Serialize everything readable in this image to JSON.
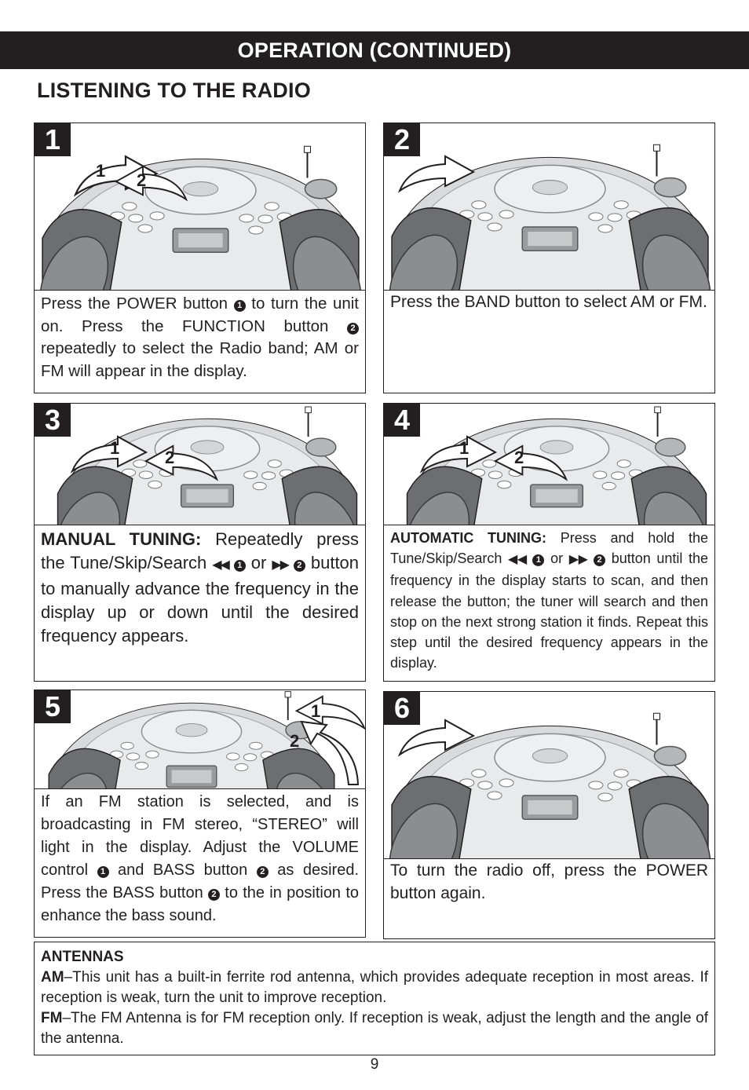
{
  "header": {
    "title": "OPERATION (CONTINUED)"
  },
  "section": {
    "title": "LISTENING TO THE RADIO"
  },
  "steps": [
    {
      "number": "1",
      "text_1": "Press the POWER button",
      "mark_1": "1",
      "text_2": "to turn the unit on. Press the FUNCTION button",
      "mark_2": "2",
      "text_3": "repeatedly to select the Radio band; AM or FM will appear in the display.",
      "callout_1": "1",
      "callout_2": "2"
    },
    {
      "number": "2",
      "text": "Press the BAND button to select AM or FM."
    },
    {
      "number": "3",
      "label": "MANUAL TUNING:",
      "text_1": "Repeatedly press the Tune/Skip/Search",
      "mark_1": "1",
      "or": "or",
      "mark_2": "2",
      "text_2": "button to manually advance the frequency in the display up or down until the desired frequency appears.",
      "callout_1": "1",
      "callout_2": "2"
    },
    {
      "number": "4",
      "label": "AUTOMATIC TUNING:",
      "text_1": "Press and hold the Tune/Skip/Search",
      "mark_1": "1",
      "or": "or",
      "mark_2": "2",
      "text_2": "button until the frequency in the display starts to scan, and then release the button; the tuner will search and then stop on the next strong station it finds. Repeat this step until the desired frequency appears in the display.",
      "callout_1": "1",
      "callout_2": "2"
    },
    {
      "number": "5",
      "text_1": "If an FM station is selected, and is broadcasting in FM stereo, “STEREO” will light in the display. Adjust the VOLUME control",
      "mark_1": "1",
      "text_2": "and BASS button",
      "mark_2": "2",
      "text_3": "as desired. Press the BASS button",
      "mark_3": "2",
      "text_4": "to the in position to enhance the bass sound.",
      "callout_1": "1",
      "callout_2": "2"
    },
    {
      "number": "6",
      "text": "To turn the radio off, press the POWER button again."
    }
  ],
  "antennas": {
    "title": "ANTENNAS",
    "am_label": "AM",
    "am_text": "–This unit has a built-in ferrite rod antenna, which provides adequate reception in most areas. If reception is weak, turn the unit to improve reception.",
    "fm_label": "FM",
    "fm_text": "–The FM Antenna is for FM reception only. If reception is weak, adjust the length and the angle of the antenna."
  },
  "footer": {
    "page_number": "9"
  },
  "colors": {
    "ink": "#231f20",
    "body_light": "#e4e4e6",
    "speaker_dark": "#6d6e71"
  },
  "icons": [
    "boombox-illustration",
    "arrow-pointer",
    "skip-back-icon",
    "skip-forward-icon"
  ]
}
